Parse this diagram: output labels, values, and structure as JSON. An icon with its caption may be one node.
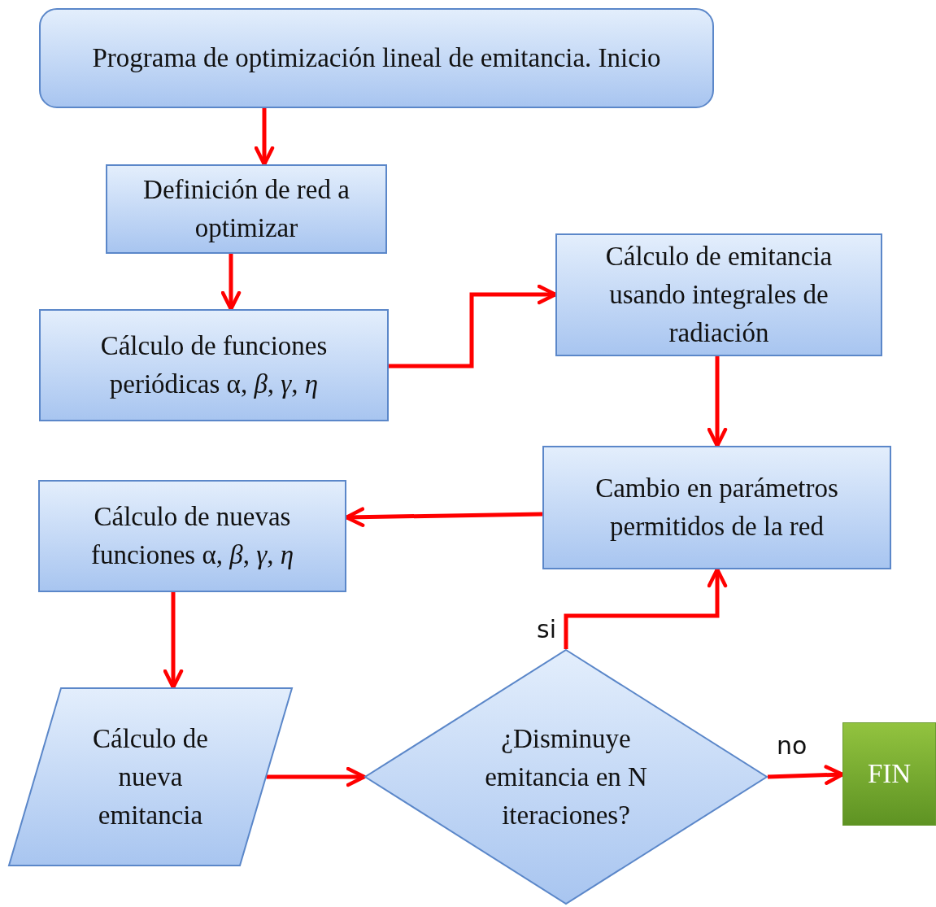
{
  "diagram": {
    "nodes": [
      {
        "text": [
          "Programa de optimización lineal de emitancia. Inicio"
        ]
      },
      {
        "text": [
          "Definición de red a optimizar"
        ]
      },
      {
        "text": [
          "Cálculo de funciones periódicas α, *β*, *γ*, *η*"
        ]
      },
      {
        "text": [
          "Cálculo de emitancia usando integrales de radiación"
        ]
      },
      {
        "text": [
          "Cambio en parámetros permitidos de la red"
        ]
      },
      {
        "text": [
          "Cálculo de nuevas funciones α, *β*, *γ*, *η*"
        ]
      },
      {
        "text": [
          "Cálculo de nueva emitancia"
        ]
      },
      {
        "text": [
          "¿Disminuye emitancia en N iteraciones?"
        ]
      },
      {
        "text": [
          "FIN"
        ]
      }
    ],
    "edges": [
      {
        "from": 0,
        "to": 1,
        "arrow": "to"
      },
      {
        "from": 1,
        "to": 2,
        "arrow": "to"
      },
      {
        "from": 2,
        "to": 3,
        "arrow": "to"
      },
      {
        "from": 3,
        "to": 4,
        "arrow": "to"
      },
      {
        "from": 4,
        "to": 5,
        "arrow": "to"
      },
      {
        "from": 5,
        "to": 6,
        "arrow": "to"
      },
      {
        "from": 6,
        "to": 7,
        "arrow": "to"
      },
      {
        "from": 7,
        "to": 4,
        "label": "si",
        "arrow": "to"
      },
      {
        "from": 7,
        "to": 8,
        "label": "no",
        "arrow": "to"
      }
    ]
  }
}
